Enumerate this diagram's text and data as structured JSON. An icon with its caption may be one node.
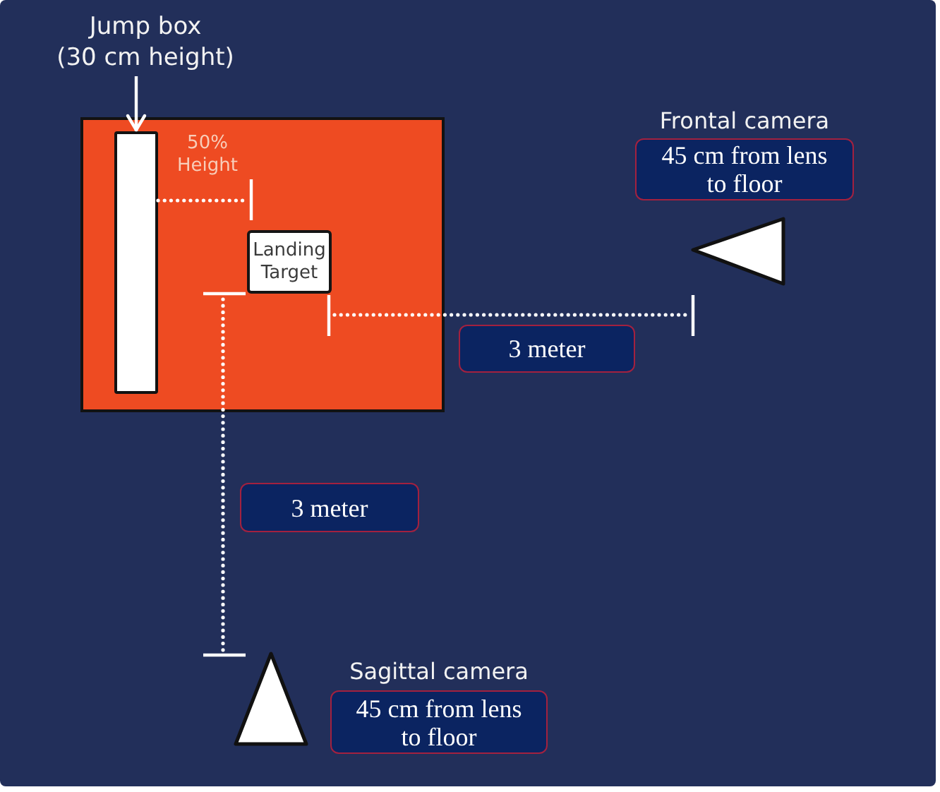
{
  "diagram": {
    "nodes": [
      {
        "text": [
          "Jump box",
          "(30 cm height)"
        ]
      },
      {
        "text": [],
        "shape": "box"
      },
      {
        "text": [],
        "shape": "bar",
        "in": 1
      },
      {
        "text": [
          "Landing Target"
        ],
        "in": 1
      },
      {
        "text": [
          "Frontal camera",
          "45 cm from lens to floor"
        ]
      },
      {
        "text": [
          "3 meter"
        ]
      },
      {
        "text": [
          "3 meter"
        ]
      },
      {
        "text": [
          "Sagittal camera",
          "45 cm from lens to floor"
        ]
      }
    ],
    "edges": [
      {
        "from": 0,
        "to": 2,
        "arrow": "to"
      }
    ],
    "labels": [
      "50% Height"
    ]
  }
}
